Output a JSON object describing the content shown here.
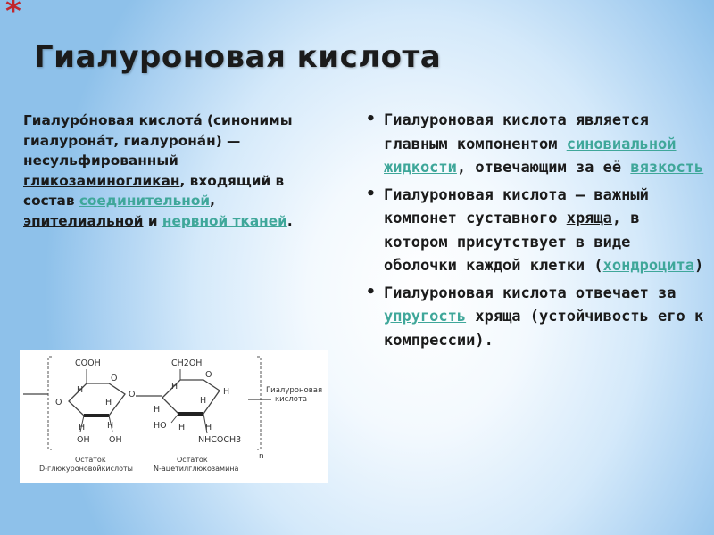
{
  "decor": {
    "asterisk": "*",
    "asterisk_color": "#c1272d",
    "link_color": "#3fa79a"
  },
  "title": "Гиалуроновая кислота",
  "left": {
    "p1": "Гиалуро́новая кислота́ (синонимы гиалурона́т, гиалурона́н) — несульфированный ",
    "link_gag": "гликозаминогликан",
    "p2": ", входящий в состав ",
    "link_connective": "соединительной",
    "p3": ", ",
    "link_epithelial": "эпителиальной",
    "p4": " и ",
    "link_nervous": "нервной тканей",
    "p5": "."
  },
  "bullets": [
    {
      "t1": "Гиалуроновая кислота является главным компонентом ",
      "link1": "синовиальной жидкости",
      "t2": ", отвечающим за её ",
      "link2": "вязкость",
      "t3": ""
    },
    {
      "t1": " Гиалуроновая кислота — важный компонет суставного ",
      "link1": "хряща",
      "t2": ", в котором присутствует в виде оболочки каждой клетки (",
      "link2": "хондроцита",
      "t3": ")"
    },
    {
      "t1": " Гиалуроновая кислота отвечает за ",
      "link1": "упругость",
      "t2": " хряща (устойчивость его к компрессии).",
      "link2": "",
      "t3": ""
    }
  ],
  "figure": {
    "cooh": "COOH",
    "ch2oh": "CH2OH",
    "h": "H",
    "o": "O",
    "oh": "OH",
    "ho": "HO",
    "nhcoch3": "NHCOCH3",
    "polymer_label_1": "Гиалуроновая",
    "polymer_label_2": "кислота",
    "subscript_n": "n",
    "residue1_line1": "Остаток",
    "residue1_line2": "D-глюкуроновойкислоты",
    "residue2_line1": "Остаток",
    "residue2_line2": "N-ацетилглюкозамина"
  }
}
